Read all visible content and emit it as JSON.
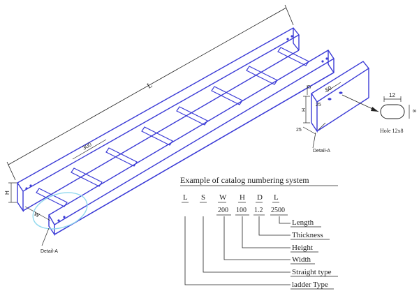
{
  "dims": {
    "length": "L",
    "rung_pitch": "300",
    "height": "H",
    "width": "W",
    "thickness": "D",
    "slot_length": "50",
    "edge_offset_a": "25",
    "edge_offset_b": "25"
  },
  "detail_label": "Detail-A",
  "hole": {
    "width_label": "12",
    "height_label": "8",
    "caption": "Hole 12x8"
  },
  "catalog": {
    "title": "Example of catalog numbering system",
    "codes": [
      "L",
      "S",
      "W",
      "H",
      "D",
      "L"
    ],
    "values": [
      "200",
      "100",
      "1.2",
      "2500"
    ],
    "legend": [
      "Length",
      "Thickness",
      "Height",
      "Width",
      "Straight type",
      "ladder Type"
    ]
  },
  "colors": {
    "tray": "#3b3bd6",
    "detail_circle": "#8fd8ee",
    "ink": "#222222"
  }
}
